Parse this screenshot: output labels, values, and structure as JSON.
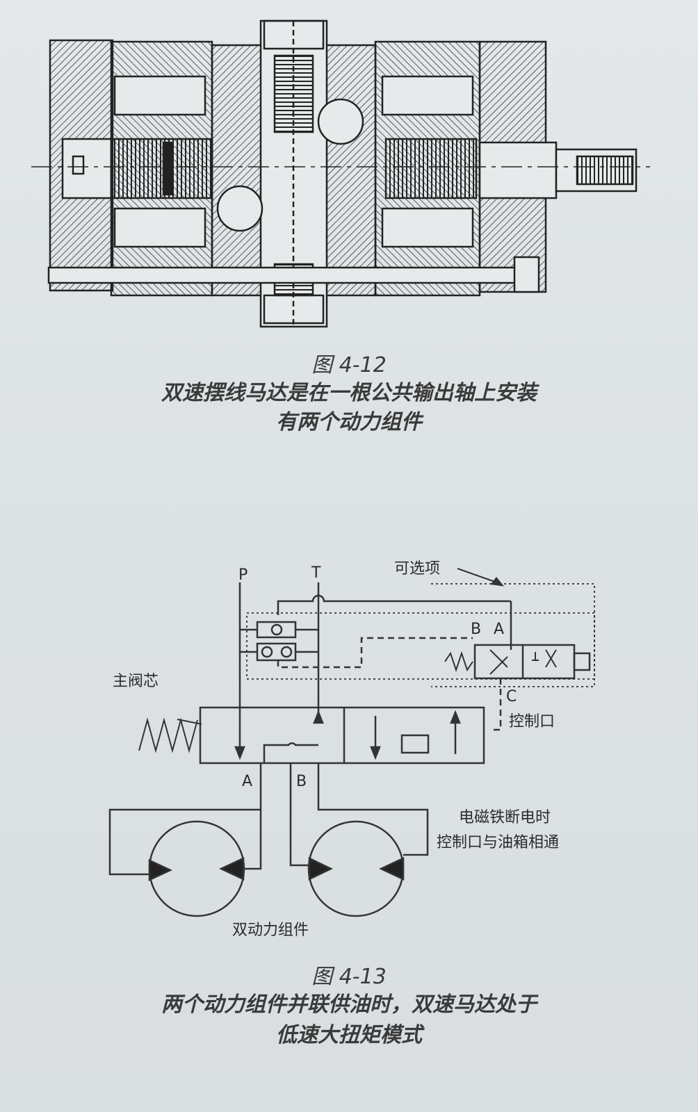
{
  "figure1": {
    "number": "图 4-12",
    "caption_line1": "双速摆线马达是在一根公共输出轴上安装",
    "caption_line2": "有两个动力组件"
  },
  "figure2": {
    "number": "图 4-13",
    "caption_line1": "两个动力组件并联供油时，双速马达处于",
    "caption_line2": "低速大扭矩模式",
    "labels": {
      "port_p": "P",
      "port_t": "T",
      "optional": "可选项",
      "main_spool": "主阀芯",
      "sol_b": "B",
      "sol_a": "A",
      "port_c": "C",
      "control_port": "控制口",
      "valve_a": "A",
      "valve_b": "B",
      "note_line1": "电磁铁断电时",
      "note_line2": "控制口与油箱相通",
      "dual_units": "双动力组件"
    }
  }
}
